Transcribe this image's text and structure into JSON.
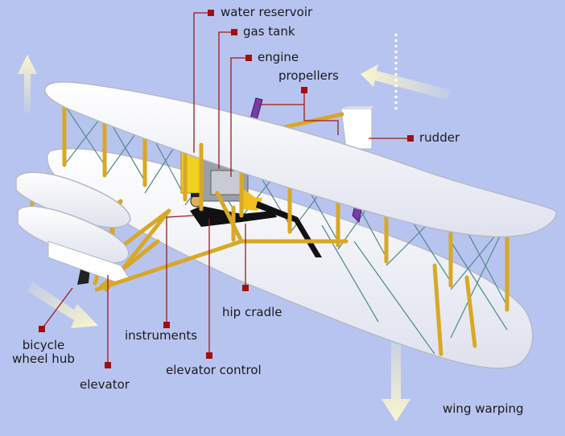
{
  "labels": {
    "water_reservoir": "water reservoir",
    "gas_tank": "gas tank",
    "engine": "engine",
    "propellers": "propellers",
    "rudder": "rudder",
    "hip_cradle": "hip cradle",
    "instruments": "instruments",
    "elevator_control": "elevator control",
    "elevator": "elevator",
    "bicycle_wheel_hub_line1": "bicycle",
    "bicycle_wheel_hub_line2": "wheel hub",
    "wing_warping": "wing warping"
  },
  "colors": {
    "background": "#b8c4f0",
    "wing": "#ffffff",
    "strut": "#d8a826",
    "rigging": "#5a8e8e",
    "leader_line": "#9b1b1b",
    "marker": "#a01010",
    "arrow": "#f4f0c0",
    "propeller": "#7a3aa8"
  },
  "icons": {
    "marker": "red-square-marker",
    "arrow": "motion-arrow"
  }
}
